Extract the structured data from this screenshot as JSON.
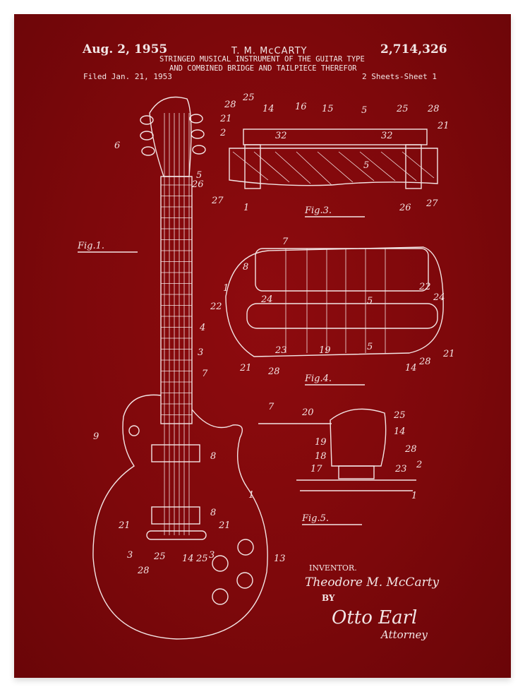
{
  "header": {
    "date": "Aug. 2, 1955",
    "inventor_name": "T. M. McCARTY",
    "patent_number": "2,714,326",
    "title_line1": "STRINGED MUSICAL INSTRUMENT OF THE GUITAR TYPE",
    "title_line2": "AND COMBINED BRIDGE AND TAILPIECE THEREFOR",
    "filed": "Filed Jan. 21, 1953",
    "sheets": "2 Sheets-Sheet 1"
  },
  "figures": {
    "fig1": "Fig.1.",
    "fig3": "Fig.3.",
    "fig4": "Fig.4.",
    "fig5": "Fig.5."
  },
  "reference_numerals": {
    "fig1": [
      "6",
      "5",
      "4",
      "3",
      "7",
      "9",
      "8",
      "8",
      "1",
      "21",
      "21",
      "3",
      "3",
      "25",
      "14",
      "25",
      "28",
      "13"
    ],
    "fig3": [
      "28",
      "25",
      "14",
      "16",
      "15",
      "5",
      "25",
      "28",
      "21",
      "2",
      "32",
      "32",
      "21",
      "26",
      "27",
      "1",
      "5",
      "26",
      "27"
    ],
    "fig4": [
      "7",
      "8",
      "1",
      "22",
      "24",
      "5",
      "22",
      "24",
      "21",
      "23",
      "19",
      "28",
      "5",
      "14",
      "28",
      "21"
    ],
    "fig5": [
      "7",
      "20",
      "25",
      "19",
      "14",
      "18",
      "28",
      "17",
      "23",
      "2",
      "1"
    ]
  },
  "signature": {
    "inventor_label": "INVENTOR.",
    "inventor_signature": "Theodore M. McCarty",
    "by": "BY",
    "attorney_signature": "Otto Earl",
    "attorney_label": "Attorney"
  },
  "colors": {
    "background": "#7d080b",
    "ink": "#f2e6e6",
    "frame": "#ffffff"
  }
}
